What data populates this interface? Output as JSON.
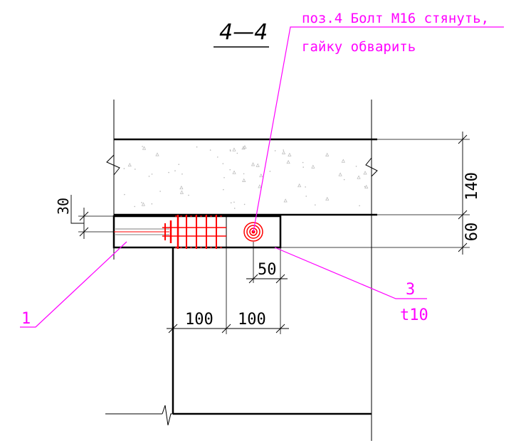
{
  "section_label": "4—4",
  "note_lines": [
    "поз.4 Болт М16 стянуть,",
    "гайку обварить"
  ],
  "callouts": {
    "part_1": "1",
    "part_3": "3",
    "part_3_thickness": "t10"
  },
  "dimensions": {
    "slab_thickness": "140",
    "plate_height": "60",
    "gap": "30",
    "bolt_offset": "50",
    "span_left": "100",
    "span_right": "100"
  },
  "colors": {
    "line": "#000000",
    "leader": "#ff00ff",
    "weld": "#ff0000",
    "hatch": "#b8b8b8"
  }
}
